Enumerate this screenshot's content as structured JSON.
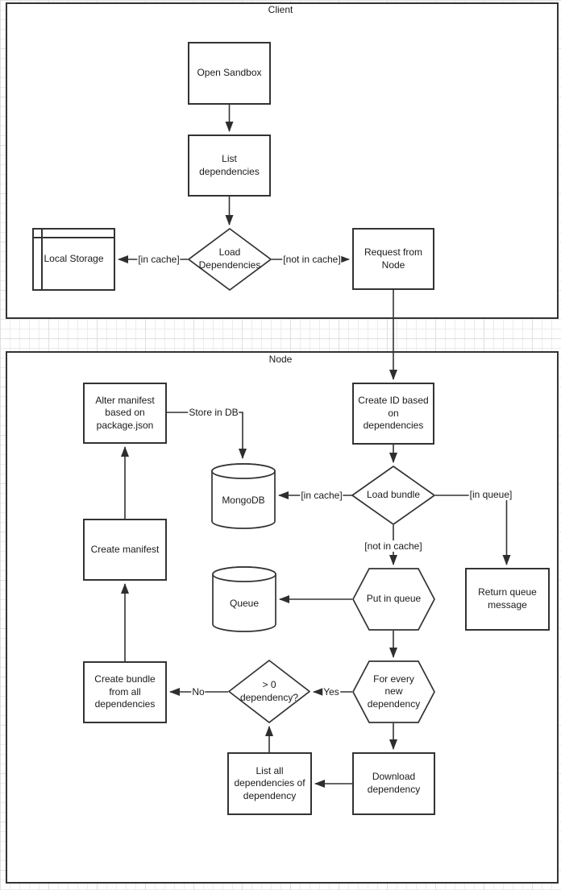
{
  "containers": {
    "client": {
      "label": "Client"
    },
    "node": {
      "label": "Node"
    }
  },
  "nodes": {
    "open_sandbox": {
      "label": "Open Sandbox",
      "shape": "rectangle"
    },
    "list_dependencies": {
      "label": "List dependencies",
      "shape": "rectangle"
    },
    "load_dependencies": {
      "label": "Load Dependencies",
      "shape": "diamond"
    },
    "local_storage": {
      "label": "Local Storage",
      "shape": "internal-storage"
    },
    "request_from_node": {
      "label": "Request from Node",
      "shape": "rectangle"
    },
    "create_id": {
      "label": "Create ID based on dependencies",
      "shape": "rectangle"
    },
    "load_bundle": {
      "label": "Load bundle",
      "shape": "diamond"
    },
    "mongodb": {
      "label": "MongoDB",
      "shape": "cylinder"
    },
    "return_queue_message": {
      "label": "Return queue message",
      "shape": "rectangle"
    },
    "put_in_queue": {
      "label": "Put in queue",
      "shape": "hexagon"
    },
    "queue": {
      "label": "Queue",
      "shape": "cylinder"
    },
    "for_every_new_dependency": {
      "label": "For every new dependency",
      "shape": "hexagon"
    },
    "gt_zero_dependency": {
      "label": "> 0 dependency?",
      "shape": "diamond"
    },
    "create_bundle": {
      "label": "Create bundle from all dependencies",
      "shape": "rectangle"
    },
    "create_manifest": {
      "label": "Create manifest",
      "shape": "rectangle"
    },
    "alter_manifest": {
      "label": "Alter manifest based on package.json",
      "shape": "rectangle"
    },
    "download_dependency": {
      "label": "Download dependency",
      "shape": "rectangle"
    },
    "list_all_dependencies": {
      "label": "List all dependencies of dependency",
      "shape": "rectangle"
    }
  },
  "edge_labels": {
    "in_cache_client": "[in cache]",
    "not_in_cache_client": "[not in cache]",
    "store_in_db": "Store in DB",
    "in_cache_node": "[in cache]",
    "in_queue": "[in queue]",
    "not_in_cache_node": "[not in cache]",
    "yes": "Yes",
    "no": "No"
  },
  "colors": {
    "stroke": "#333333",
    "background": "#ffffff",
    "grid_minor": "#ececec",
    "grid_major": "#dfdfdf",
    "text": "#1a1a1a"
  }
}
